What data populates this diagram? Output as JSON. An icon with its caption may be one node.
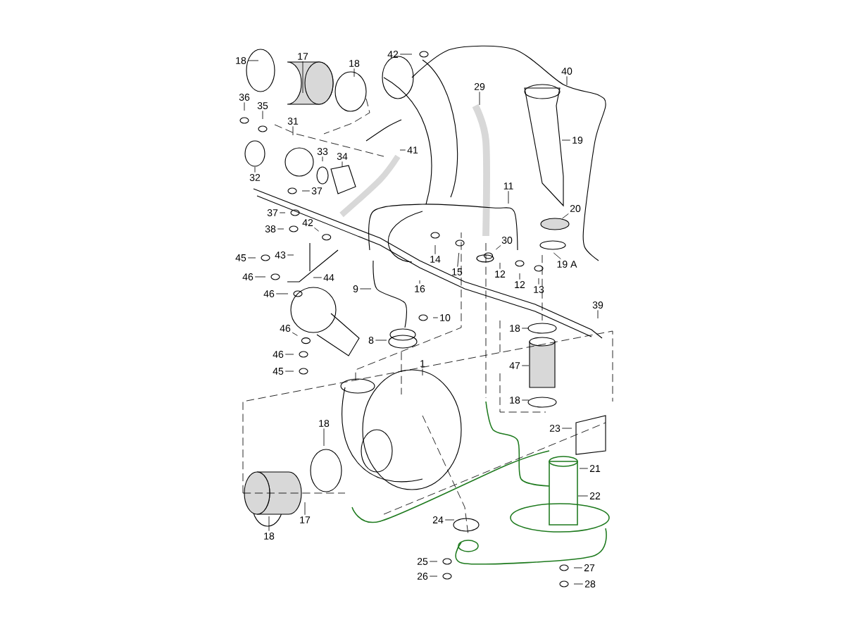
{
  "diagram": {
    "nodes": [
      {
        "text": [
          "18"
        ]
      },
      {
        "text": [
          "17"
        ]
      },
      {
        "text": [
          "18"
        ]
      },
      {
        "text": [
          "42"
        ]
      },
      {
        "text": [
          "36"
        ]
      },
      {
        "text": [
          "35"
        ]
      },
      {
        "text": [
          "31"
        ]
      },
      {
        "text": [
          "33"
        ]
      },
      {
        "text": [
          "34"
        ]
      },
      {
        "text": [
          "32"
        ]
      },
      {
        "text": [
          "41"
        ]
      },
      {
        "text": [
          "29"
        ]
      },
      {
        "text": [
          "40"
        ]
      },
      {
        "text": [
          "19"
        ]
      },
      {
        "text": [
          "11"
        ]
      },
      {
        "text": [
          "20"
        ]
      },
      {
        "text": [
          "37"
        ]
      },
      {
        "text": [
          "37"
        ]
      },
      {
        "text": [
          "38"
        ]
      },
      {
        "text": [
          "42"
        ]
      },
      {
        "text": [
          "30"
        ]
      },
      {
        "text": [
          "19 A"
        ]
      },
      {
        "text": [
          "45"
        ]
      },
      {
        "text": [
          "43"
        ]
      },
      {
        "text": [
          "46"
        ]
      },
      {
        "text": [
          "44"
        ]
      },
      {
        "text": [
          "46"
        ]
      },
      {
        "text": [
          "14"
        ]
      },
      {
        "text": [
          "15"
        ]
      },
      {
        "text": [
          "16"
        ]
      },
      {
        "text": [
          "12"
        ]
      },
      {
        "text": [
          "12"
        ]
      },
      {
        "text": [
          "13"
        ]
      },
      {
        "text": [
          "9"
        ]
      },
      {
        "text": [
          "10"
        ]
      },
      {
        "text": [
          "39"
        ]
      },
      {
        "text": [
          "8"
        ]
      },
      {
        "text": [
          "46"
        ]
      },
      {
        "text": [
          "46"
        ]
      },
      {
        "text": [
          "45"
        ]
      },
      {
        "text": [
          "18"
        ]
      },
      {
        "text": [
          "47"
        ]
      },
      {
        "text": [
          "18"
        ]
      },
      {
        "text": [
          "1"
        ]
      },
      {
        "text": [
          "23"
        ]
      },
      {
        "text": [
          "21"
        ]
      },
      {
        "text": [
          "22"
        ]
      },
      {
        "text": [
          "18"
        ]
      },
      {
        "text": [
          "18"
        ]
      },
      {
        "text": [
          "17"
        ]
      },
      {
        "text": [
          "24"
        ]
      },
      {
        "text": [
          "25"
        ]
      },
      {
        "text": [
          "26"
        ]
      },
      {
        "text": [
          "27"
        ]
      },
      {
        "text": [
          "28"
        ]
      }
    ],
    "edges": [
      {
        "from": 0,
        "to": null,
        "arrow": "none"
      },
      {
        "from": 1,
        "to": null,
        "arrow": "none"
      },
      {
        "from": 2,
        "to": null,
        "arrow": "none"
      },
      {
        "from": 3,
        "to": null,
        "arrow": "none"
      },
      {
        "from": 4,
        "to": null,
        "arrow": "none"
      },
      {
        "from": 5,
        "to": null,
        "arrow": "none"
      },
      {
        "from": 6,
        "to": null,
        "arrow": "none"
      },
      {
        "from": 7,
        "to": null,
        "arrow": "none"
      },
      {
        "from": 8,
        "to": null,
        "arrow": "none"
      },
      {
        "from": 9,
        "to": null,
        "arrow": "none"
      },
      {
        "from": 10,
        "to": null,
        "arrow": "none"
      },
      {
        "from": 11,
        "to": null,
        "arrow": "none"
      },
      {
        "from": 12,
        "to": null,
        "arrow": "none"
      },
      {
        "from": 13,
        "to": null,
        "arrow": "none"
      },
      {
        "from": 14,
        "to": null,
        "arrow": "none"
      },
      {
        "from": 15,
        "to": null,
        "arrow": "none"
      },
      {
        "from": 16,
        "to": null,
        "arrow": "none"
      },
      {
        "from": 17,
        "to": null,
        "arrow": "none"
      },
      {
        "from": 18,
        "to": null,
        "arrow": "none"
      },
      {
        "from": 19,
        "to": null,
        "arrow": "none"
      },
      {
        "from": 20,
        "to": null,
        "arrow": "none"
      },
      {
        "from": 21,
        "to": null,
        "arrow": "none"
      },
      {
        "from": 22,
        "to": null,
        "arrow": "none"
      },
      {
        "from": 23,
        "to": null,
        "arrow": "none"
      },
      {
        "from": 24,
        "to": null,
        "arrow": "none"
      },
      {
        "from": 25,
        "to": null,
        "arrow": "none"
      },
      {
        "from": 26,
        "to": null,
        "arrow": "none"
      },
      {
        "from": 27,
        "to": null,
        "arrow": "none"
      },
      {
        "from": 28,
        "to": null,
        "arrow": "none"
      },
      {
        "from": 29,
        "to": null,
        "arrow": "none"
      },
      {
        "from": 30,
        "to": null,
        "arrow": "none"
      },
      {
        "from": 31,
        "to": null,
        "arrow": "none"
      },
      {
        "from": 32,
        "to": null,
        "arrow": "none"
      },
      {
        "from": 33,
        "to": null,
        "arrow": "none"
      },
      {
        "from": 34,
        "to": null,
        "arrow": "none"
      },
      {
        "from": 35,
        "to": null,
        "arrow": "none"
      },
      {
        "from": 36,
        "to": null,
        "arrow": "none"
      },
      {
        "from": 37,
        "to": null,
        "arrow": "none"
      },
      {
        "from": 38,
        "to": null,
        "arrow": "none"
      },
      {
        "from": 39,
        "to": null,
        "arrow": "none"
      },
      {
        "from": 40,
        "to": null,
        "arrow": "none"
      },
      {
        "from": 41,
        "to": null,
        "arrow": "none"
      },
      {
        "from": 42,
        "to": null,
        "arrow": "none"
      },
      {
        "from": 43,
        "to": null,
        "arrow": "none"
      },
      {
        "from": 44,
        "to": null,
        "arrow": "none"
      },
      {
        "from": 45,
        "to": null,
        "arrow": "none"
      },
      {
        "from": 46,
        "to": null,
        "arrow": "none"
      },
      {
        "from": 47,
        "to": null,
        "arrow": "none"
      },
      {
        "from": 48,
        "to": null,
        "arrow": "none"
      },
      {
        "from": 49,
        "to": null,
        "arrow": "none"
      },
      {
        "from": 50,
        "to": null,
        "arrow": "none"
      },
      {
        "from": 51,
        "to": null,
        "arrow": "none"
      },
      {
        "from": 52,
        "to": null,
        "arrow": "none"
      },
      {
        "from": 53,
        "to": null,
        "arrow": "none"
      },
      {
        "from": 54,
        "to": null,
        "arrow": "none"
      }
    ]
  }
}
